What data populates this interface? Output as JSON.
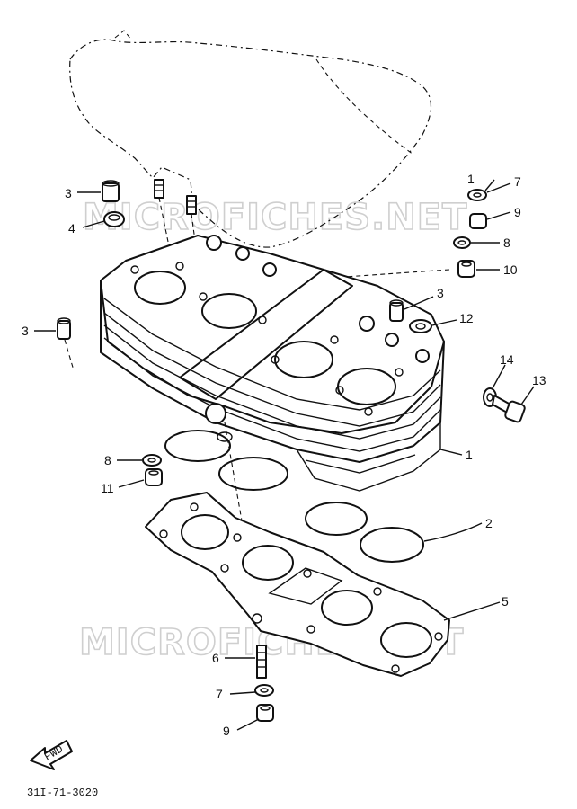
{
  "callouts": [
    {
      "id": "c3a",
      "text": "3"
    },
    {
      "id": "c4",
      "text": "4"
    },
    {
      "id": "c3b",
      "text": "3"
    },
    {
      "id": "c1a",
      "text": "1"
    },
    {
      "id": "c7a",
      "text": "7"
    },
    {
      "id": "c9a",
      "text": "9"
    },
    {
      "id": "c8a",
      "text": "8"
    },
    {
      "id": "c10",
      "text": "10"
    },
    {
      "id": "c3c",
      "text": "3"
    },
    {
      "id": "c12",
      "text": "12"
    },
    {
      "id": "c14",
      "text": "14"
    },
    {
      "id": "c13",
      "text": "13"
    },
    {
      "id": "c1b",
      "text": "1"
    },
    {
      "id": "c8b",
      "text": "8"
    },
    {
      "id": "c11",
      "text": "11"
    },
    {
      "id": "c2",
      "text": "2"
    },
    {
      "id": "c5",
      "text": "5"
    },
    {
      "id": "c6",
      "text": "6"
    },
    {
      "id": "c7b",
      "text": "7"
    },
    {
      "id": "c9b",
      "text": "9"
    }
  ],
  "watermark_top": "MICROFICHES.NET",
  "watermark_bottom": "MICROFICHES.NET",
  "fwd_label": "FWD",
  "figure_ref": "31I-71-3020"
}
